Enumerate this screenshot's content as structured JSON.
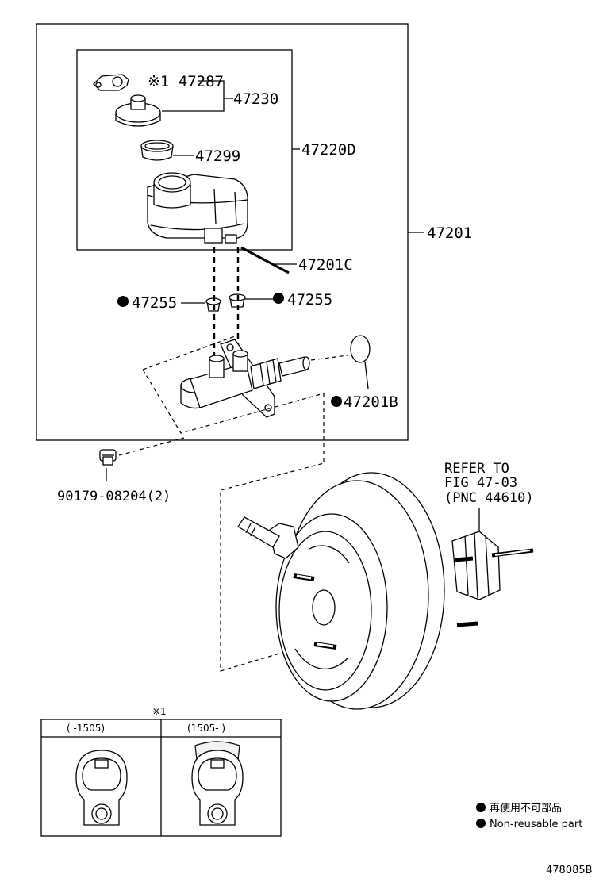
{
  "labels": {
    "p47287": "※1 47287",
    "p47230": "47230",
    "p47299": "47299",
    "p47220D": "47220D",
    "p47201": "47201",
    "p47201C": "47201C",
    "p47255_left": "47255",
    "p47255_right": "47255",
    "p47201B": "47201B",
    "p90179": "90179-08204(2)",
    "refer_line1": "REFER TO",
    "refer_line2": "FIG 47-03",
    "refer_line3": "(PNC 44610)"
  },
  "variants": {
    "marker": "※1",
    "col1_header": "(     -1505)",
    "col2_header": "(1505-     )"
  },
  "legend": {
    "jp": "再使用不可部品",
    "en": "Non-reusable part"
  },
  "figure_id": "478085B",
  "colors": {
    "line": "#000000",
    "background": "#ffffff"
  }
}
